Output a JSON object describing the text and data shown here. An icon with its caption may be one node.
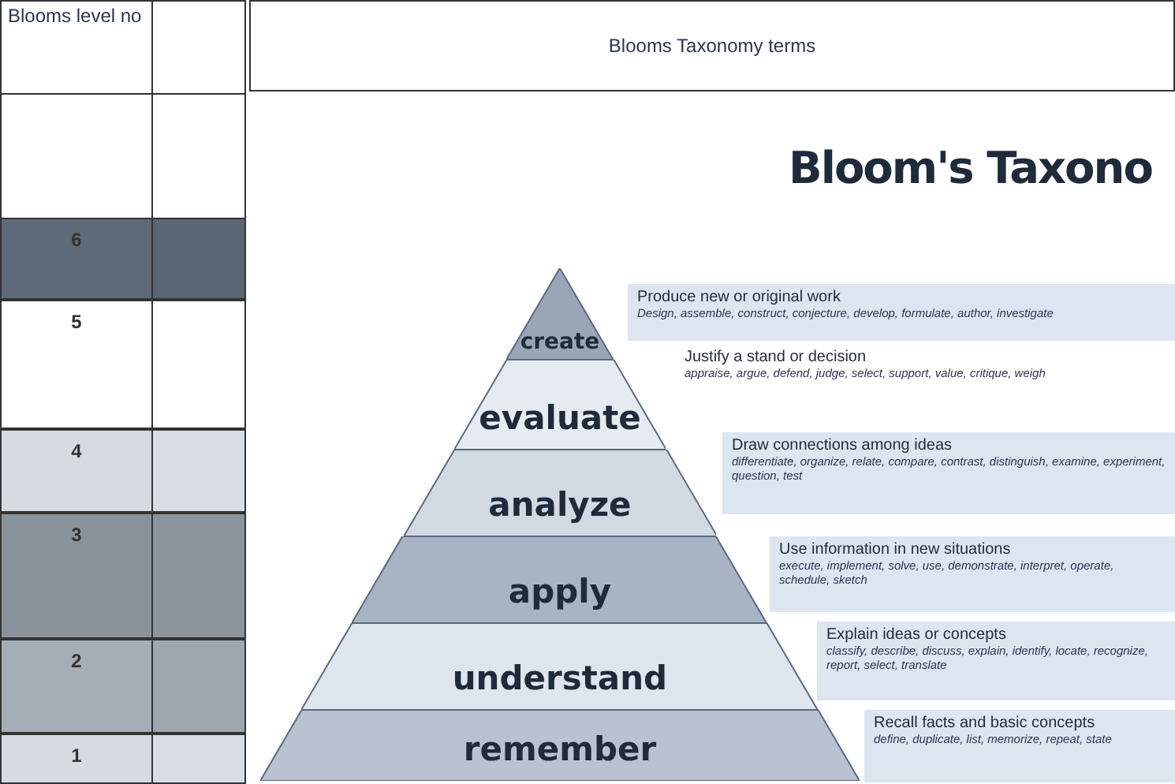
{
  "diagram": {
    "title": "Bloom's Taxono",
    "nodes": [
      {
        "text": [
          "create"
        ]
      },
      {
        "text": [
          "evaluate"
        ]
      },
      {
        "text": [
          "analyze"
        ]
      },
      {
        "text": [
          "apply"
        ]
      },
      {
        "text": [
          "understand"
        ]
      },
      {
        "text": [
          "remember"
        ]
      },
      {
        "text": [
          "Produce new or original work",
          "Design, assemble, construct, conjecture, develop, formulate, author, investigate"
        ]
      },
      {
        "text": [
          "Justify a stand or decision",
          "appraise, argue, defend, judge, select, support, value, critique, weigh"
        ]
      },
      {
        "text": [
          "Draw connections among ideas",
          "differentiate, organize, relate, compare, contrast, distinguish, examine, experiment, question, test"
        ]
      },
      {
        "text": [
          "Use information in new situations",
          "execute, implement, solve, use, demonstrate, interpret, operate, schedule, sketch"
        ]
      },
      {
        "text": [
          "Explain ideas or concepts",
          "classify, describe, discuss, explain, identify, locate, recognize, report, select, translate"
        ]
      },
      {
        "text": [
          "Recall facts and basic concepts",
          "define, duplicate, list, memorize, repeat, state"
        ]
      }
    ],
    "edges": [],
    "labels": [
      "Blooms level no",
      "Blooms Taxonomy terms",
      "6",
      "5",
      "4",
      "3",
      "2",
      "1"
    ]
  }
}
